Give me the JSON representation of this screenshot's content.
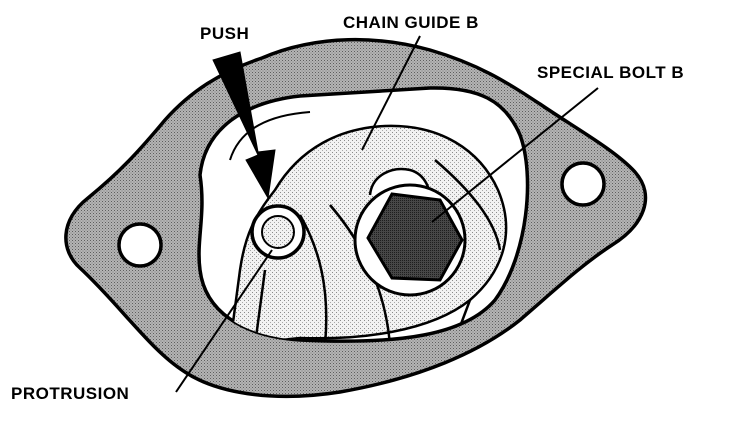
{
  "labels": {
    "push": "PUSH",
    "chain_guide": "CHAIN GUIDE B",
    "special_bolt": "SPECIAL BOLT B",
    "protrusion": "PROTRUSION"
  },
  "colors": {
    "ink": "#000000",
    "paper": "#ffffff",
    "flange_shade": "#a9a9a9",
    "guide_shade": "#ebebeb",
    "bolt_head": "#3a3a3a"
  }
}
